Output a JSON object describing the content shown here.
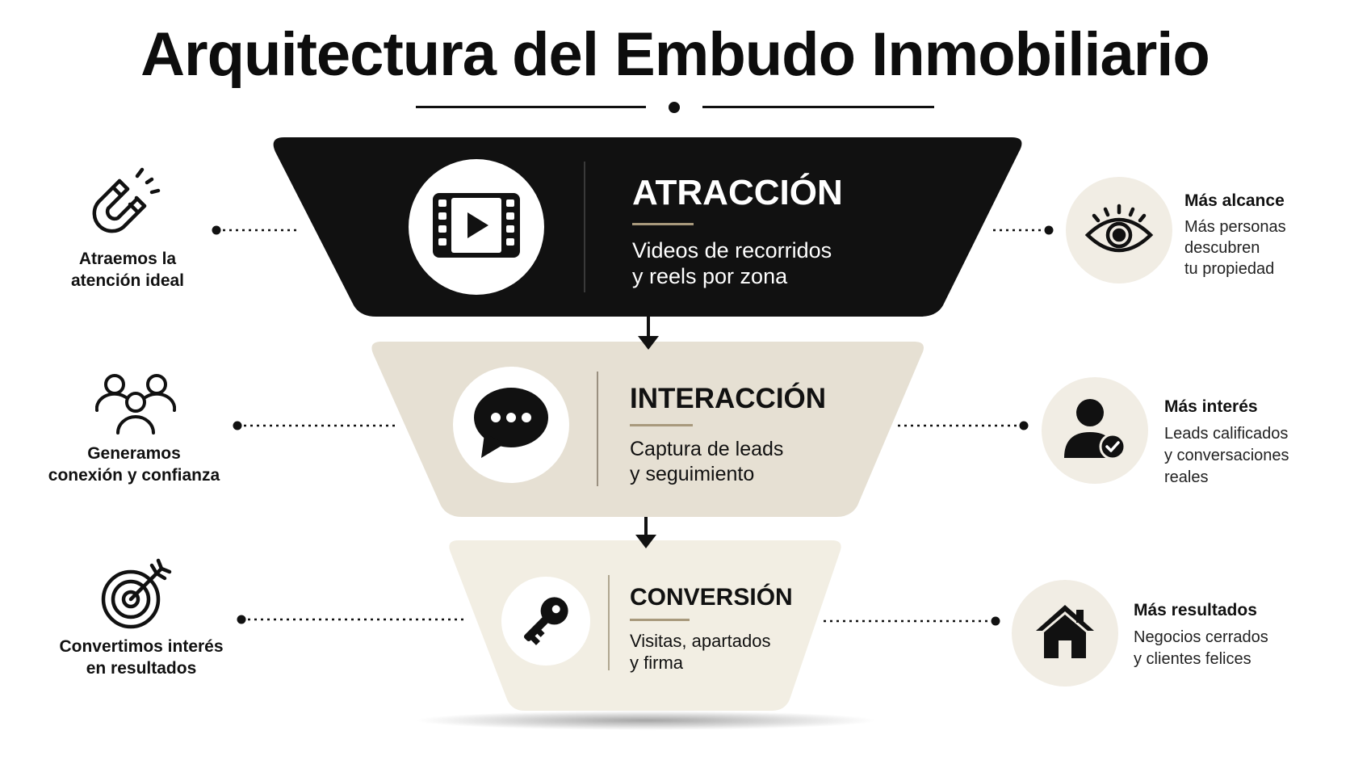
{
  "title": "Arquitectura del Embudo Inmobiliario",
  "colors": {
    "stage1_fill": "#111111",
    "stage2_fill": "#e6e0d3",
    "stage3_fill": "#f2eee3",
    "accent_bar": "#a8997c",
    "right_circle_bg": "#f1ede4"
  },
  "stages": [
    {
      "title": "ATRACCIÓN",
      "description_line1": "Videos de recorridos",
      "description_line2": "y reels por zona",
      "icon": "video-play-icon"
    },
    {
      "title": "INTERACCIÓN",
      "description_line1": "Captura de leads",
      "description_line2": "y seguimiento",
      "icon": "chat-bubble-icon"
    },
    {
      "title": "CONVERSIÓN",
      "description_line1": "Visitas, apartados",
      "description_line2": "y firma",
      "icon": "key-icon"
    }
  ],
  "left_items": [
    {
      "line1": "Atraemos la",
      "line2": "atención ideal",
      "icon": "magnet-icon"
    },
    {
      "line1": "Generamos",
      "line2": "conexión y confianza",
      "icon": "people-group-icon"
    },
    {
      "line1": "Convertimos interés",
      "line2": "en resultados",
      "icon": "target-arrow-icon"
    }
  ],
  "right_items": [
    {
      "title": "Más alcance",
      "line1": "Más personas",
      "line2": "descubren",
      "line3": "tu propiedad",
      "icon": "eye-icon"
    },
    {
      "title": "Más interés",
      "line1": "Leads calificados",
      "line2": "y conversaciones",
      "line3": "reales",
      "icon": "verified-user-icon"
    },
    {
      "title": "Más resultados",
      "line1": "Negocios cerrados",
      "line2": "y clientes felices",
      "line3": "",
      "icon": "house-icon"
    }
  ]
}
